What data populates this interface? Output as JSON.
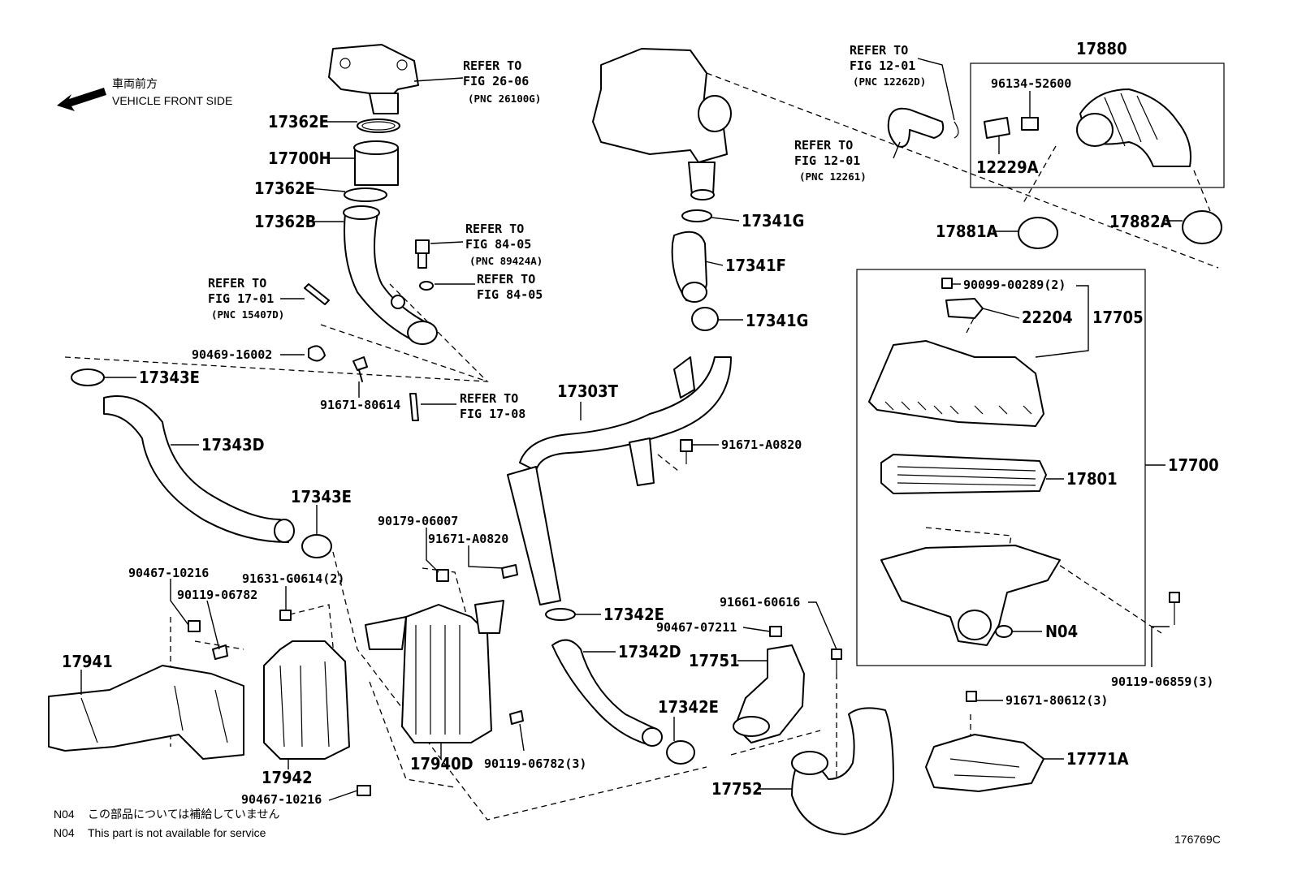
{
  "direction": {
    "jp": "車両前方",
    "en": "VEHICLE FRONT SIDE"
  },
  "refer_to": {
    "fig_26_06": {
      "line1": "REFER TO",
      "line2": "FIG 26-06",
      "pnc": "(PNC 26100G)"
    },
    "fig_84_05_a": {
      "line1": "REFER TO",
      "line2": "FIG 84-05",
      "pnc": "(PNC 89424A)"
    },
    "fig_84_05_b": {
      "line1": "REFER TO",
      "line2": "FIG 84-05"
    },
    "fig_17_01": {
      "line1": "REFER TO",
      "line2": "FIG 17-01",
      "pnc": "(PNC 15407D)"
    },
    "fig_17_08": {
      "line1": "REFER TO",
      "line2": "FIG 17-08"
    },
    "fig_12_01_a": {
      "line1": "REFER TO",
      "line2": "FIG 12-01",
      "pnc": "(PNC 12262D)"
    },
    "fig_12_01_b": {
      "line1": "REFER TO",
      "line2": "FIG 12-01",
      "pnc": "(PNC 12261)"
    }
  },
  "labels": {
    "p17362E_top": "17362E",
    "p17700H": "17700H",
    "p17362E_mid": "17362E",
    "p17362B": "17362B",
    "p90469": "90469-16002",
    "p91671_80614": "91671-80614",
    "p17343E_top": "17343E",
    "p17343D": "17343D",
    "p17343E_bot": "17343E",
    "p90467_10216_top": "90467-10216",
    "p90119_06782": "90119-06782",
    "p91631": "91631-G0614(2)",
    "p17941": "17941",
    "p17942": "17942",
    "p90467_10216_bot": "90467-10216",
    "p90179": "90179-06007",
    "p91671_A0820_low": "91671-A0820",
    "p17940D": "17940D",
    "p90119_06782_3": "90119-06782(3)",
    "p17303T": "17303T",
    "p91671_A0820_up": "91671-A0820",
    "p17341G_top": "17341G",
    "p17341F": "17341F",
    "p17341G_bot": "17341G",
    "p17342E_top": "17342E",
    "p17342D": "17342D",
    "p17342E_bot": "17342E",
    "p91661": "91661-60616",
    "p90467_07211": "90467-07211",
    "p17751": "17751",
    "p17752": "17752",
    "p17880": "17880",
    "p96134": "96134-52600",
    "p12229A": "12229A",
    "p17881A": "17881A",
    "p17882A": "17882A",
    "p90099": "90099-00289(2)",
    "p22204": "22204",
    "p17705": "17705",
    "p17801": "17801",
    "p17700": "17700",
    "pN04": "N04",
    "p90119_06859": "90119-06859(3)",
    "p91671_80612": "91671-80612(3)",
    "p17771A": "17771A"
  },
  "notes": {
    "jp_code": "N04",
    "jp_text": "この部品については補給していません",
    "en_code": "N04",
    "en_text": "This part is not available for service"
  },
  "figure_id": "176769C"
}
